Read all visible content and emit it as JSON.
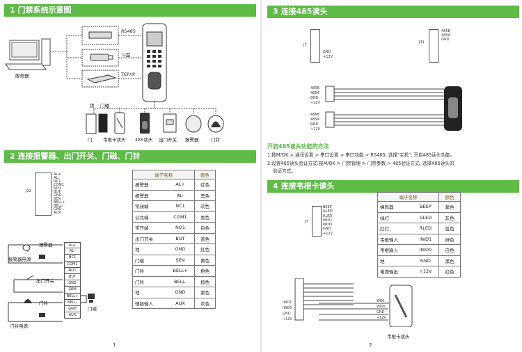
{
  "page1": {
    "section1_title": "1 门禁系统示意图",
    "diagram1": {
      "rs485": "RS485",
      "udisk": "U盘",
      "tcpip": "TCP/IP",
      "server": "服务器",
      "lock": "锁",
      "doorsensor": "门磁",
      "devices": [
        "门",
        "韦根卡读头",
        "485读头",
        "出门开关",
        "报警器",
        "门铃"
      ]
    },
    "section2_title": "2 连接报警器、出门开关、门磁、门铃",
    "j22_label": "J22",
    "j22_pins": [
      "AL+",
      "AL-",
      "NC1",
      "COM1",
      "NO1",
      "BUT",
      "GND",
      "SEN",
      "BELL+",
      "BELL-",
      "GND",
      "AUX"
    ],
    "wiring_terms": [
      "AL+",
      "AL-",
      "NC1",
      "COM1",
      "NO1",
      "BUT",
      "GND",
      "SEN",
      "BELL+",
      "BELL-",
      "GND",
      "AUX"
    ],
    "wiring_labels": {
      "alarm": "报警器",
      "alarm_power": "报警器电源",
      "exit_switch": "出门开关",
      "doorsensor": "门磁",
      "doorbell": "门铃",
      "bell_power": "门铃电源"
    },
    "table_header": [
      "端子名称",
      "颜色"
    ],
    "table_rows": [
      [
        "报警器",
        "AL+",
        "红色"
      ],
      [
        "报警器",
        "AL-",
        "黑色"
      ],
      [
        "常闭端",
        "NC1",
        "灰色"
      ],
      [
        "公共端",
        "COM1",
        "黑色"
      ],
      [
        "常开端",
        "NO1",
        "白色"
      ],
      [
        "出门开关",
        "BUT",
        "蓝色"
      ],
      [
        "地",
        "GND",
        "红色"
      ],
      [
        "门磁",
        "SEN",
        "黄色"
      ],
      [
        "门铃",
        "BELL+",
        "橙色"
      ],
      [
        "门铃",
        "BELL-",
        "棕色"
      ],
      [
        "地",
        "GND",
        "紫色"
      ],
      [
        "辅助输入",
        "AUX",
        "灰色"
      ]
    ],
    "page_number": "1"
  },
  "page2": {
    "section3_title": "3 连接485读头",
    "j7_label": "J7",
    "j7_pins": [
      "GND",
      "+12V"
    ],
    "j31_label": "J31",
    "j31_pins": [
      "485B",
      "485A",
      "GND"
    ],
    "reader_wires_a": [
      "485B",
      "485A",
      "GND",
      "+12V"
    ],
    "reader_wires_b": [
      "485B",
      "485A",
      "GND",
      "+12V"
    ],
    "subtitle": "开启485读头功能的方法",
    "para1": "1.按M/OK > 通讯设置 > 串口设置 > 串口功能 > RS485, 选择\"主机\", 开启485读头功能。",
    "para2": "2.设置485读头验证方式:按M/OK > 门禁管理 > 门禁参数 > 485验证方式, 选择485读头的",
    "para3": "验证方式。",
    "section4_title": "4 连接韦根卡读头",
    "j7b_label": "J7",
    "j7b_pins": [
      "BEEP",
      "GLED",
      "RLED",
      "IWD1",
      "IWD0",
      "GND",
      "+12V"
    ],
    "wg_table_header": [
      "端子名称",
      "颜色"
    ],
    "wg_table_rows": [
      [
        "蜂鸣器",
        "BEEP",
        "紫色"
      ],
      [
        "绿灯",
        "GLED",
        "灰色"
      ],
      [
        "红灯",
        "RLED",
        "蓝色"
      ],
      [
        "韦根输入",
        "IWD1",
        "绿色"
      ],
      [
        "韦根输入",
        "IWD0",
        "白色"
      ],
      [
        "地",
        "GND",
        "黑色"
      ],
      [
        "电源输出",
        "+12V",
        "红色"
      ]
    ],
    "wg_wires_left": [
      "IWD1",
      "IWD0",
      "GND",
      "+12V"
    ],
    "wg_wires_right": [
      "WD1",
      "WD0",
      "GND",
      "+12V"
    ],
    "wg_reader_label": "韦根卡读头",
    "page_number": "2"
  }
}
